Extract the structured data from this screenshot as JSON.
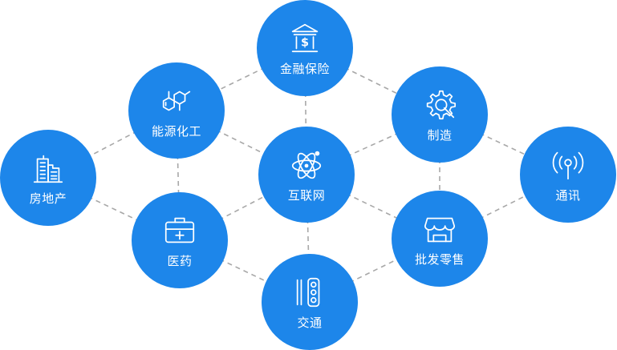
{
  "nodes": {
    "finance": {
      "label": "金融保险",
      "icon": "bank-icon"
    },
    "energy": {
      "label": "能源化工",
      "icon": "molecule-icon"
    },
    "realestate": {
      "label": "房地产",
      "icon": "buildings-icon"
    },
    "internet": {
      "label": "互联网",
      "icon": "atom-icon"
    },
    "medicine": {
      "label": "医药",
      "icon": "medical-kit-icon"
    },
    "transport": {
      "label": "交通",
      "icon": "traffic-light-icon"
    },
    "retail": {
      "label": "批发零售",
      "icon": "storefront-icon"
    },
    "mfg": {
      "label": "制造",
      "icon": "gear-wrench-icon"
    },
    "telecom": {
      "label": "通讯",
      "icon": "antenna-signal-icon"
    }
  },
  "edges": [
    [
      "finance",
      "energy"
    ],
    [
      "finance",
      "mfg"
    ],
    [
      "finance",
      "internet"
    ],
    [
      "energy",
      "realestate"
    ],
    [
      "energy",
      "internet"
    ],
    [
      "energy",
      "medicine"
    ],
    [
      "realestate",
      "medicine"
    ],
    [
      "medicine",
      "internet"
    ],
    [
      "medicine",
      "transport"
    ],
    [
      "internet",
      "transport"
    ],
    [
      "internet",
      "mfg"
    ],
    [
      "internet",
      "retail"
    ],
    [
      "transport",
      "retail"
    ],
    [
      "mfg",
      "retail"
    ],
    [
      "mfg",
      "telecom"
    ],
    [
      "retail",
      "telecom"
    ]
  ],
  "colors": {
    "node": "#1d86ea",
    "edge": "#a8a8a8",
    "icon": "#ffffff"
  }
}
